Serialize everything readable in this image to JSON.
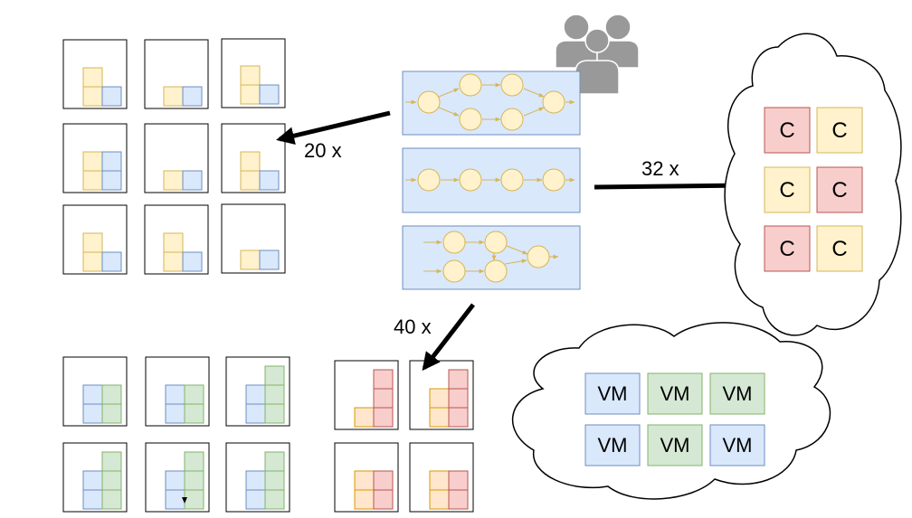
{
  "arrow_labels": {
    "to_servers": "20 x",
    "to_cloud": "32 x",
    "to_cluster": "40 x"
  },
  "cloud_containers": {
    "cells": [
      "C",
      "C",
      "C",
      "C",
      "C",
      "C"
    ]
  },
  "cloud_vms": {
    "cells": [
      "VM",
      "VM",
      "VM",
      "VM",
      "VM",
      "VM"
    ]
  },
  "icons": [
    "users-icon",
    "workflow-graph",
    "cloud-shape",
    "server-box"
  ],
  "colors": {
    "blue_fill": "#dae8fc",
    "blue_stroke": "#6c8ebf",
    "yellow_fill": "#fff2cc",
    "yellow_stroke": "#d6b656",
    "red_fill": "#f8cecc",
    "red_stroke": "#b85450",
    "green_fill": "#d5e8d4",
    "green_stroke": "#82b366",
    "orange_fill": "#ffe6cc",
    "orange_stroke": "#d79b00",
    "people_gray": "#999999"
  }
}
